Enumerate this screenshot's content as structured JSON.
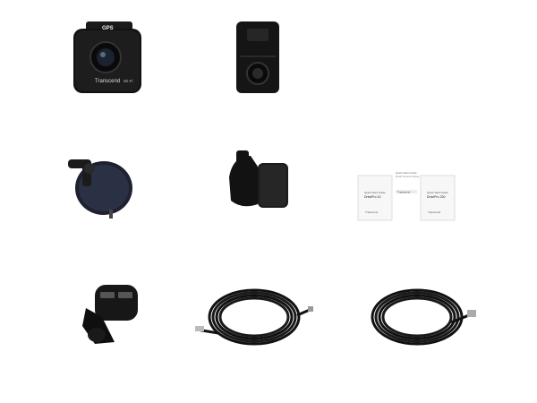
{
  "dashcam_front": {
    "badge": "GPS",
    "brand": "Transcend",
    "wifi": "Wi-Fi"
  },
  "quick_start_guide": {
    "left_card": {
      "title": "Quick Start Guide",
      "model": "DrivePro 10",
      "brand": "Transcend"
    },
    "right_card": {
      "title": "Quick Start Guide",
      "model": "DrivePro 230",
      "brand": "Transcend"
    },
    "floating_title": "Quick Start Guide",
    "floating_subtitle": "Dual Camera Setup"
  }
}
